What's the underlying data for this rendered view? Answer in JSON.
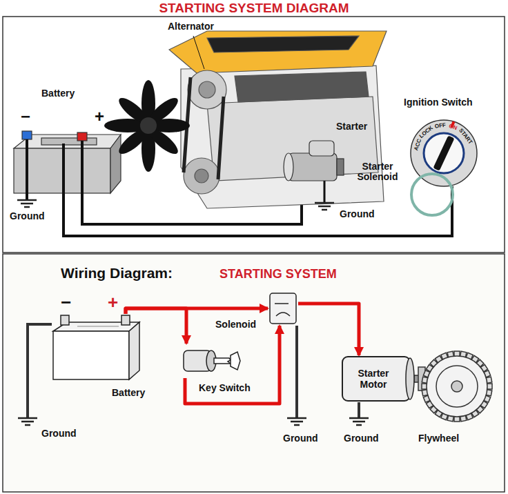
{
  "diagram": {
    "title": "STARTING SYSTEM DIAGRAM",
    "nodes": [
      {
        "text": [
          "Battery"
        ]
      },
      {
        "text": [
          "Key Switch"
        ]
      },
      {
        "text": [
          "Solenoid"
        ]
      },
      {
        "text": [
          "Starter Motor"
        ]
      }
    ],
    "edges": [
      {
        "from": 0,
        "to": 2,
        "arrow": "to"
      },
      {
        "from": 0,
        "to": 1,
        "arrow": "to"
      },
      {
        "from": 1,
        "to": 2,
        "arrow": "to"
      },
      {
        "from": 2,
        "to": 3,
        "arrow": "to"
      }
    ],
    "labels": [
      "Battery",
      "−",
      "+",
      "Ground",
      "Alternator",
      "Starter",
      "Starter Solenoid",
      "Ground",
      "Ignition Switch",
      "ACC",
      "LOCK",
      "OFF",
      "ON",
      "START",
      "Wiring Diagram:",
      "STARTING SYSTEM",
      "−",
      "+",
      "Ground",
      "Ground",
      "Ground",
      "Flywheel"
    ]
  }
}
